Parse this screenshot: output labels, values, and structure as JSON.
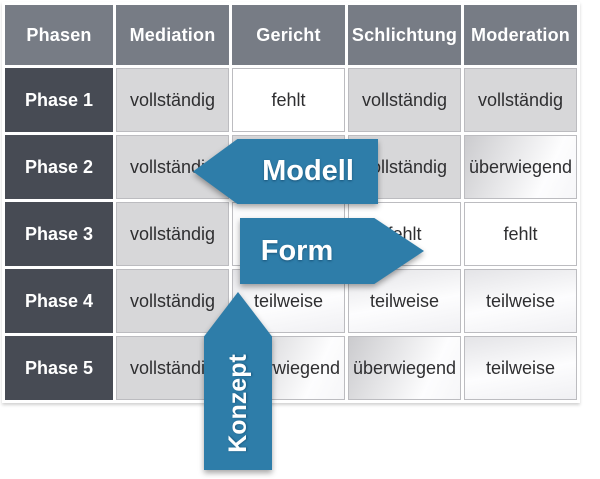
{
  "chart_data": {
    "type": "table",
    "columns": [
      "Phasen",
      "Mediation",
      "Gericht",
      "Schlichtung",
      "Moderation"
    ],
    "rows": [
      {
        "label": "Phase 1",
        "cells": [
          "vollständig",
          "fehlt",
          "vollständig",
          "vollständig"
        ]
      },
      {
        "label": "Phase 2",
        "cells": [
          "vollständig",
          "",
          "vollständig",
          "überwiegend"
        ]
      },
      {
        "label": "Phase 3",
        "cells": [
          "vollständig",
          "",
          "fehlt",
          "fehlt"
        ]
      },
      {
        "label": "Phase 4",
        "cells": [
          "vollständig",
          "teilweise",
          "teilweise",
          "teilweise"
        ]
      },
      {
        "label": "Phase 5",
        "cells": [
          "vollständig",
          "überwiegend",
          "überwiegend",
          "teilweise"
        ]
      }
    ],
    "cell_value_shading": {
      "vollständig": "flat gray",
      "überwiegend": "gray-to-white gradient",
      "teilweise": "very light gradient",
      "fehlt": "white"
    },
    "annotations": [
      {
        "label": "Modell",
        "shape": "arrow-left",
        "overlaps": "Phase 2 / Gericht"
      },
      {
        "label": "Form",
        "shape": "arrow-right",
        "overlaps": "Phase 3 / Gericht"
      },
      {
        "label": "Konzept",
        "shape": "arrow-up",
        "overlaps": "Gericht column, Phases 4-5"
      }
    ]
  },
  "colors": {
    "arrow_blue": "#2e7da9",
    "header_gray": "#777c85",
    "phase_dark": "#474b54",
    "cell_vollstaendig": "#d7d7d9",
    "cell_fehlt": "#ffffff"
  }
}
